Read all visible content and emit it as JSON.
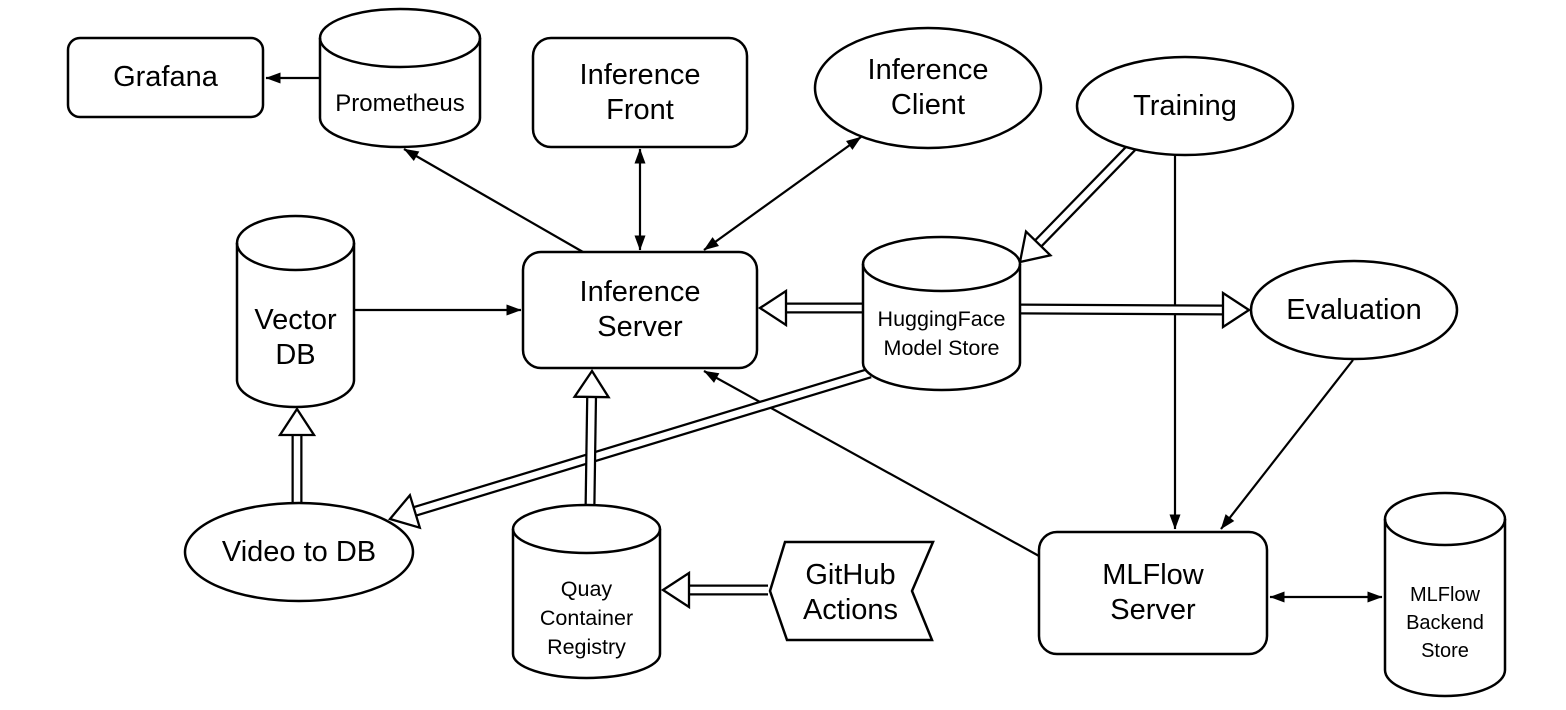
{
  "diagram": {
    "title": "ML inference and training architecture diagram",
    "background_color": "#ffffff",
    "stroke_color": "#000000",
    "nodes": {
      "grafana": {
        "label": "Grafana",
        "shape": "rounded-rect"
      },
      "prometheus": {
        "label": "Prometheus",
        "shape": "cylinder"
      },
      "inference_front": {
        "label": "Inference\nFront",
        "shape": "rounded-rect"
      },
      "inference_client": {
        "label": "Inference\nClient",
        "shape": "ellipse"
      },
      "training": {
        "label": "Training",
        "shape": "ellipse"
      },
      "vector_db": {
        "label": "Vector\nDB",
        "shape": "cylinder"
      },
      "inference_server": {
        "label": "Inference\nServer",
        "shape": "rounded-rect"
      },
      "huggingface_model_store": {
        "label": "HuggingFace\nModel Store",
        "shape": "cylinder"
      },
      "evaluation": {
        "label": "Evaluation",
        "shape": "ellipse"
      },
      "video_to_db": {
        "label": "Video to DB",
        "shape": "ellipse"
      },
      "quay_container_registry": {
        "label": "Quay\nContainer\nRegistry",
        "shape": "cylinder"
      },
      "github_actions": {
        "label": "GitHub\nActions",
        "shape": "chevron-left"
      },
      "mlflow_server": {
        "label": "MLFlow\nServer",
        "shape": "rounded-rect"
      },
      "mlflow_backend_store": {
        "label": "MLFlow\nBackend\nStore",
        "shape": "cylinder"
      }
    },
    "edges": [
      {
        "from": "prometheus",
        "to": "grafana",
        "style": "solid",
        "heads": "end"
      },
      {
        "from": "inference_server",
        "to": "prometheus",
        "style": "solid",
        "heads": "end"
      },
      {
        "from": "inference_front",
        "to": "inference_server",
        "style": "solid",
        "heads": "both"
      },
      {
        "from": "inference_client",
        "to": "inference_server",
        "style": "solid",
        "heads": "both"
      },
      {
        "from": "vector_db",
        "to": "inference_server",
        "style": "solid",
        "heads": "end"
      },
      {
        "from": "huggingface_model_store",
        "to": "inference_server",
        "style": "hollow",
        "heads": "end"
      },
      {
        "from": "training",
        "to": "huggingface_model_store",
        "style": "hollow",
        "heads": "end"
      },
      {
        "from": "huggingface_model_store",
        "to": "evaluation",
        "style": "hollow",
        "heads": "end"
      },
      {
        "from": "training",
        "to": "mlflow_server",
        "style": "solid",
        "heads": "end"
      },
      {
        "from": "evaluation",
        "to": "mlflow_server",
        "style": "solid",
        "heads": "end"
      },
      {
        "from": "video_to_db",
        "to": "vector_db",
        "style": "hollow",
        "heads": "end"
      },
      {
        "from": "huggingface_model_store",
        "to": "video_to_db",
        "style": "hollow",
        "heads": "end"
      },
      {
        "from": "quay_container_registry",
        "to": "inference_server",
        "style": "hollow",
        "heads": "end"
      },
      {
        "from": "github_actions",
        "to": "quay_container_registry",
        "style": "hollow",
        "heads": "end"
      },
      {
        "from": "mlflow_server",
        "to": "mlflow_backend_store",
        "style": "solid",
        "heads": "both"
      },
      {
        "from": "mlflow_server",
        "to": "inference_server",
        "style": "solid",
        "heads": "end"
      }
    ]
  }
}
